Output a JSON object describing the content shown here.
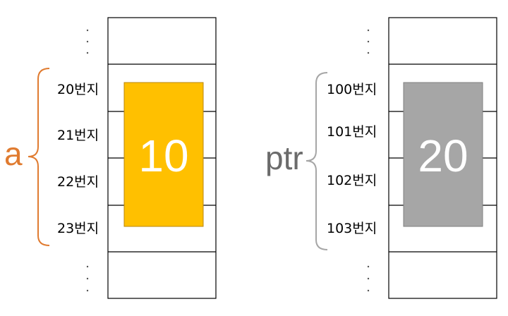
{
  "left": {
    "var_name": "a",
    "value": "10",
    "addresses": [
      "20번지",
      "21번지",
      "22번지",
      "23번지"
    ],
    "fill_color": "#FFC000",
    "brace_color": "#E07B30"
  },
  "right": {
    "var_name": "ptr",
    "value": "20",
    "addresses": [
      "100번지",
      "101번지",
      "102번지",
      "103번지"
    ],
    "fill_color": "#A6A6A6",
    "brace_color": "#A6A6A6"
  },
  "ellipsis": ".\n.\n."
}
